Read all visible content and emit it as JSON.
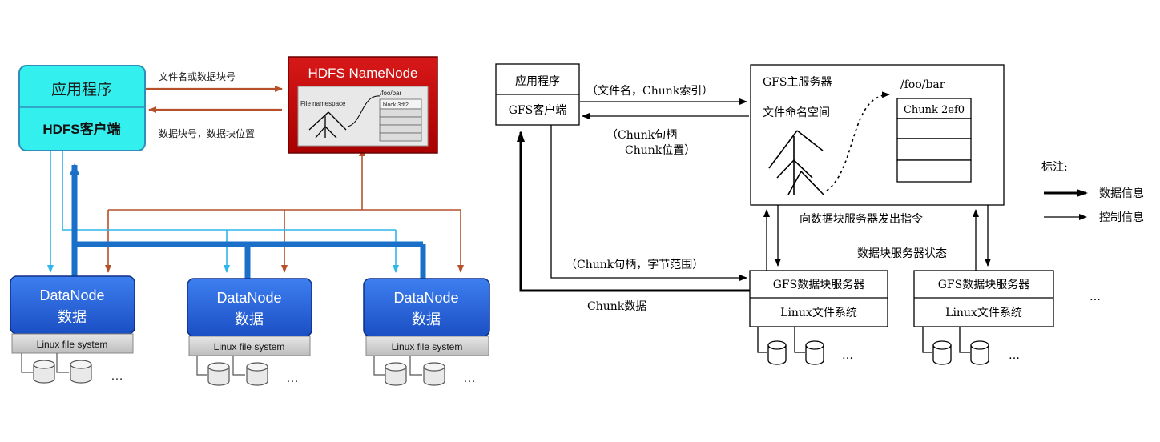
{
  "hdfs": {
    "app": "应用程序",
    "client": "HDFS客户端",
    "namenode_title": "HDFS NameNode",
    "file_namespace": "File namespace",
    "path": "/foo/bar",
    "block": "block 3df2",
    "msg_request": "文件名或数据块号",
    "msg_reply": "数据块号，数据块位置",
    "datanodes": [
      {
        "title": "DataNode",
        "sub": "数据",
        "fs": "Linux file system",
        "more": "…"
      },
      {
        "title": "DataNode",
        "sub": "数据",
        "fs": "Linux file system",
        "more": "…"
      },
      {
        "title": "DataNode",
        "sub": "数据",
        "fs": "Linux file system",
        "more": "…"
      }
    ]
  },
  "gfs": {
    "app": "应用程序",
    "client": "GFS客户端",
    "master_title": "GFS主服务器",
    "namespace": "文件命名空间",
    "path": "/foo/bar",
    "chunk": "Chunk 2ef0",
    "msg_request": "（文件名，Chunk索引）",
    "msg_reply_1": "（Chunk句柄",
    "msg_reply_2": "Chunk位置）",
    "msg_instruction": "向数据块服务器发出指令",
    "msg_state": "数据块服务器状态",
    "msg_range": "（Chunk句柄，字节范围）",
    "msg_data": "Chunk数据",
    "servers": [
      {
        "title": "GFS数据块服务器",
        "fs": "Linux文件系统",
        "more": "…"
      },
      {
        "title": "GFS数据块服务器",
        "fs": "Linux文件系统",
        "more": "…"
      }
    ],
    "more_servers": "…",
    "legend": {
      "title": "标注:",
      "data_info": "数据信息",
      "control_info": "控制信息"
    }
  },
  "colors": {
    "hdfs_client": "#33f0ef",
    "namenode_red": "#c00000",
    "datanode_blue": "#1f5cd6",
    "data_flow_blue": "#1a6fc9",
    "light_blue": "#2fb6ea",
    "control_brown": "#b5502a"
  }
}
